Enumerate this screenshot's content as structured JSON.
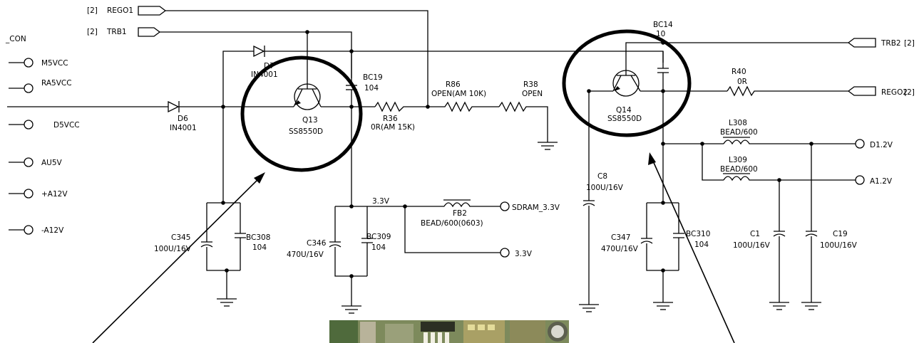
{
  "connector": {
    "title": "_CON",
    "rails": [
      "M5VCC",
      "RA5VCC",
      "D5VCC",
      "AU5V",
      "+A12V",
      "-A12V"
    ]
  },
  "ports_in": [
    {
      "index": "[2]",
      "name": "REGO1"
    },
    {
      "index": "[2]",
      "name": "TRB1"
    }
  ],
  "ports_out": [
    {
      "index": "[2]",
      "name": "TRB2"
    },
    {
      "index": "[2]",
      "name": "REGO2"
    }
  ],
  "outputs": [
    "SDRAM_3.3V",
    "3.3V",
    "D1.2V",
    "A1.2V"
  ],
  "net_label_3v3": "3.3V",
  "components": {
    "D6": {
      "ref": "D6",
      "value": "IN4001"
    },
    "D7": {
      "ref": "D7",
      "value": "IN4001"
    },
    "Q13": {
      "ref": "Q13",
      "value": "SS8550D"
    },
    "Q14": {
      "ref": "Q14",
      "value": "SS8550D"
    },
    "BC19": {
      "ref": "BC19",
      "value": "104"
    },
    "BC14": {
      "ref": "BC14",
      "value": "10"
    },
    "R36": {
      "ref": "R36",
      "value": "0R(AM 15K)"
    },
    "R86": {
      "ref": "R86",
      "value": "OPEN(AM 10K)"
    },
    "R38": {
      "ref": "R38",
      "value": "OPEN"
    },
    "R40": {
      "ref": "R40",
      "value": "0R"
    },
    "C345": {
      "ref": "C345",
      "value": "100U/16V"
    },
    "BC308": {
      "ref": "BC308",
      "value": "104"
    },
    "C346": {
      "ref": "C346",
      "value": "470U/16V"
    },
    "BC309": {
      "ref": "BC309",
      "value": "104"
    },
    "FB2": {
      "ref": "FB2",
      "value": "BEAD/600(0603)"
    },
    "C8": {
      "ref": "C8",
      "value": "100U/16V"
    },
    "C347": {
      "ref": "C347",
      "value": "470U/16V"
    },
    "BC310": {
      "ref": "BC310",
      "value": "104"
    },
    "L308": {
      "ref": "L308",
      "value": "BEAD/600"
    },
    "L309": {
      "ref": "L309",
      "value": "BEAD/600"
    },
    "C1": {
      "ref": "C1",
      "value": "100U/16V"
    },
    "C19": {
      "ref": "C19",
      "value": "100U/16V"
    }
  }
}
